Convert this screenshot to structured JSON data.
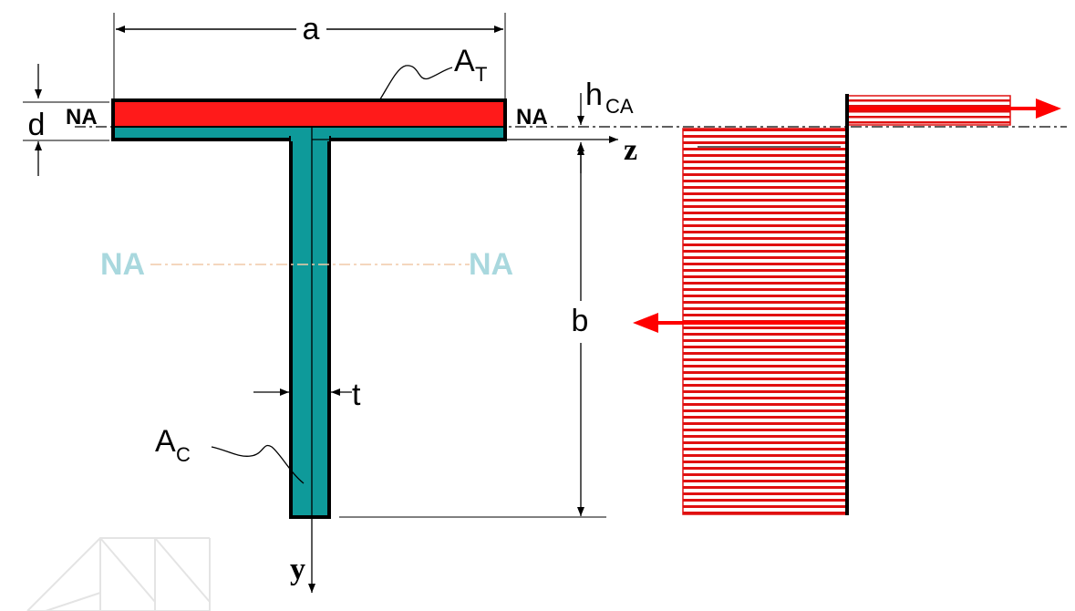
{
  "colors": {
    "tension_area": "#ff1a1a",
    "section_fill": "#0e9a9a",
    "outline": "#000000",
    "stress_red": "#e01010",
    "faint_na": "#a9d8de",
    "faint_na_line": "#f1c9a8",
    "watermark": "#e4e4e4"
  },
  "labels": {
    "a": "a",
    "A_T_main": "A",
    "A_T_sub": "T",
    "d": "d",
    "NA_left": "NA",
    "NA_right": "NA",
    "hCA_main": "h",
    "hCA_sub": "CA",
    "z": "z",
    "NA_faint_left": "NA",
    "NA_faint_right": "NA",
    "b": "b",
    "t": "t",
    "A_C_main": "A",
    "A_C_sub": "C",
    "y": "y"
  }
}
